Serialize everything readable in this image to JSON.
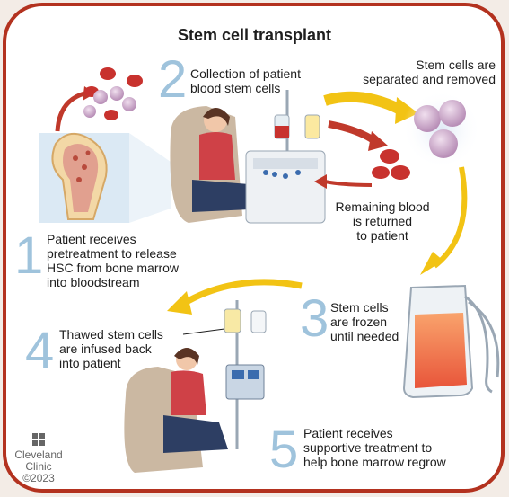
{
  "title": "Stem cell transplant",
  "steps": [
    {
      "number": "1",
      "text": [
        "Patient receives",
        "pretreatment to release",
        "HSC from bone marrow",
        "into bloodstream"
      ]
    },
    {
      "number": "2",
      "text": [
        "Collection of patient",
        "blood stem cells"
      ]
    },
    {
      "number": "3",
      "text": [
        "Stem cells",
        "are frozen",
        "until needed"
      ]
    },
    {
      "number": "4",
      "text": [
        "Thawed stem cells",
        "are infused back",
        "into patient"
      ]
    },
    {
      "number": "5",
      "text": [
        "Patient receives",
        "supportive treatment to",
        "help bone marrow regrow"
      ]
    }
  ],
  "notes": {
    "separated": [
      "Stem cells are",
      "separated and removed"
    ],
    "returned": [
      "Remaining blood",
      "is returned",
      "to patient"
    ]
  },
  "logo": {
    "name": [
      "Cleveland",
      "Clinic"
    ],
    "copyright": "©2023"
  },
  "icons": [
    "cleveland-clinic-logo-icon"
  ],
  "colors": {
    "frame": "#b3321f",
    "step_number": "#9fc3dc",
    "arrow": "#f2c314",
    "red_arrow": "#c0392b",
    "blood_cell": "#c8322e",
    "stem_cell": "#c9a6c8"
  }
}
